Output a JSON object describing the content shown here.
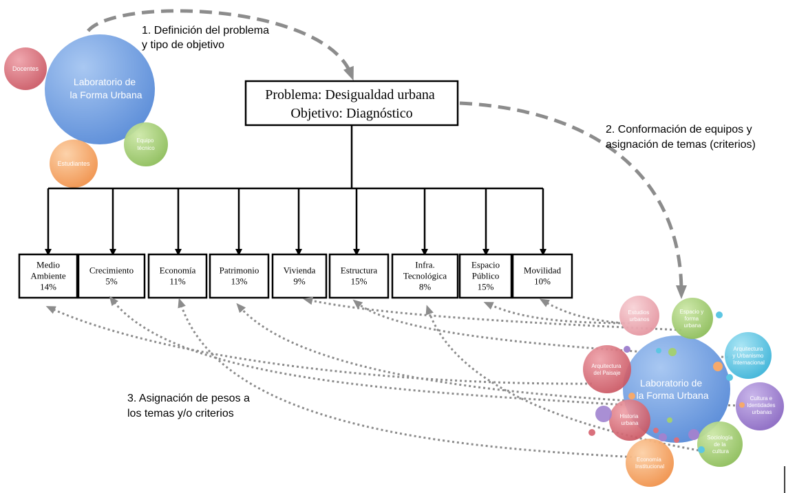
{
  "steps": {
    "step1": [
      "1. Definición del problema",
      "y tipo de objetivo"
    ],
    "step2": [
      "2. Conformación de equipos y",
      "asignación de temas (criterios)"
    ],
    "step3": [
      "3. Asignación de pesos a",
      "los temas y/o criterios"
    ]
  },
  "problem_box": {
    "line1": "Problema: Desigualdad urbana",
    "line2": "Objetivo: Diagnóstico"
  },
  "criteria": [
    {
      "lines": [
        "Medio",
        "Ambiente",
        "14%"
      ]
    },
    {
      "lines": [
        "Crecimiento",
        "5%"
      ]
    },
    {
      "lines": [
        "Economía",
        "11%"
      ]
    },
    {
      "lines": [
        "Patrimonio",
        "13%"
      ]
    },
    {
      "lines": [
        "Vivienda",
        "9%"
      ]
    },
    {
      "lines": [
        "Estructura",
        "15%"
      ]
    },
    {
      "lines": [
        "Infra.",
        "Tecnológica",
        "8%"
      ]
    },
    {
      "lines": [
        "Espacio",
        "Público",
        "15%"
      ]
    },
    {
      "lines": [
        "Movilidad",
        "10%"
      ]
    }
  ],
  "lab_top": {
    "center": [
      "Laboratorio de",
      "la Forma Urbana"
    ],
    "docentes": "Docentes",
    "equipo": [
      "Equipo",
      "técnico"
    ],
    "estudiantes": "Estudiantes"
  },
  "lab_bottom": {
    "center": [
      "Laboratorio de",
      "la Forma Urbana"
    ],
    "estudios_urbanos": [
      "Estudios",
      "urbanos"
    ],
    "espacio_forma": [
      "Espacio y",
      "forma",
      "urbana"
    ],
    "arquitectura_urbanismo": [
      "Arquitectura",
      "y Urbanismo",
      "Internacional"
    ],
    "arquitectura_paisaje": [
      "Arquitectura",
      "del Paisaje"
    ],
    "cultura": [
      "Cultura e",
      "Identidades",
      "urbanas"
    ],
    "historia": [
      "Historia",
      "urbana"
    ],
    "sociologia": [
      "Sociología",
      "de la",
      "cultura"
    ],
    "economia_inst": [
      "Economía",
      "Institucional"
    ]
  },
  "colors": {
    "blue": "#6d9be0",
    "red": "#d9707c",
    "green": "#a3cf73",
    "orange": "#f6a96b",
    "pink": "#eeb1b8",
    "teal": "#5cc6e3",
    "purple": "#a083cf",
    "arrow_gray": "#8c8c8c"
  }
}
